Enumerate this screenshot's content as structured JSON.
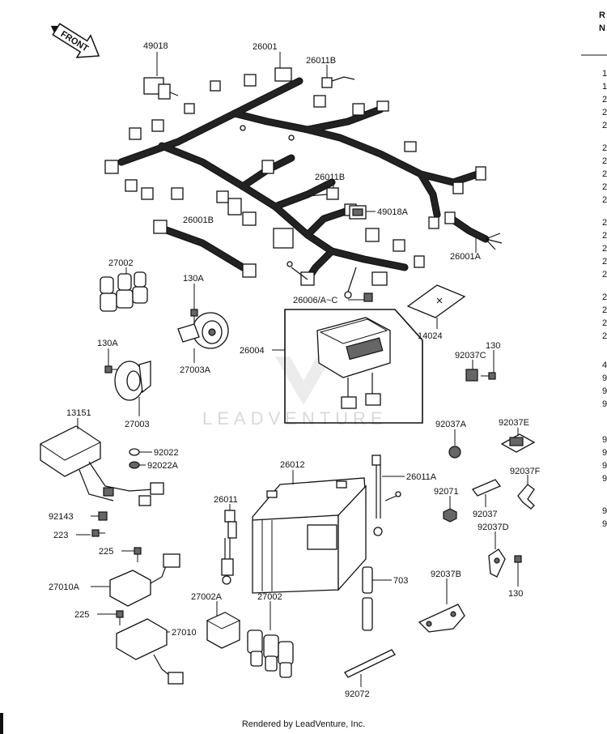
{
  "watermark": "LEADVENTURE",
  "footer": "Rendered by LeadVenture, Inc.",
  "front_label": "FRONT",
  "header_right": [
    "R",
    "N"
  ],
  "side_column_digits": [
    "1",
    "1",
    "2",
    "2",
    "2",
    "2",
    "2",
    "2",
    "2",
    "2",
    "2",
    "2",
    "2",
    "2",
    "2",
    "2",
    "2",
    "2",
    "2",
    "4",
    "9",
    "9",
    "9",
    "9",
    "9",
    "9",
    "9",
    "9",
    "9"
  ],
  "labels": {
    "p49018": "49018",
    "p26001": "26001",
    "p26011B_top": "26011B",
    "p26011B_mid": "26011B",
    "p49018A": "49018A",
    "p26001B": "26001B",
    "p26001A": "26001A",
    "p27002_top": "27002",
    "p130A_top": "130A",
    "p130A_left": "130A",
    "p27003A": "27003A",
    "p27003": "27003",
    "p26006": "26006/A~C",
    "p26004": "26004",
    "p14024": "14024",
    "p92037C": "92037C",
    "p130_right": "130",
    "p13151": "13151",
    "p92022": "92022",
    "p92022A": "92022A",
    "p26012": "26012",
    "p26011A": "26011A",
    "p92037A": "92037A",
    "p92037E": "92037E",
    "p92037F": "92037F",
    "p92071": "92071",
    "p92037": "92037",
    "p92037D": "92037D",
    "p130_low": "130",
    "p92143": "92143",
    "p223": "223",
    "p225_top": "225",
    "p26011": "26011",
    "p27010A": "27010A",
    "p703": "703",
    "p92037B": "92037B",
    "p225_low": "225",
    "p27010": "27010",
    "p27002A": "27002A",
    "p27002_low": "27002",
    "p92072": "92072"
  }
}
